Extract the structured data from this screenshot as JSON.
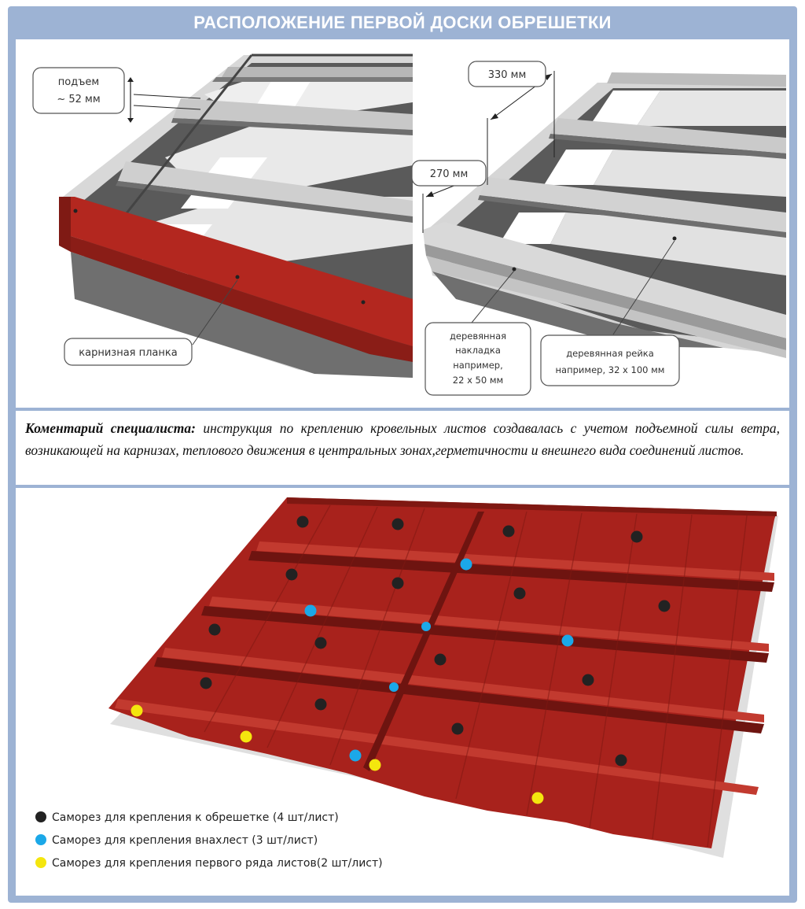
{
  "title": "РАСПОЛОЖЕНИЕ ПЕРВОЙ ДОСКИ ОБРЕШЕТКИ",
  "left_diagram": {
    "lift_label_line1": "подъем",
    "lift_label_line2": "~ 52 мм",
    "eave_strip_label": "карнизная планка"
  },
  "right_diagram": {
    "dim_330": "330 мм",
    "dim_270": "270 мм",
    "overlay_line1": "деревянная",
    "overlay_line2": "накладка",
    "overlay_line3": "например,",
    "overlay_line4": "22 х 50 мм",
    "batten_line1": "деревянная рейка",
    "batten_line2": "например, 32 х 100 мм"
  },
  "comment": {
    "label": "Коментарий специалиста:",
    "text": " инструкция по креплению кровельных листов создавалась с учетом подъемной силы ветра, возникающей на карнизах, теплового движения в центральных зонах,герметичности и внешнего вида соединений листов."
  },
  "legend": [
    {
      "label": "Саморез для крепления к обрешетке (4 шт/лист)",
      "color": "#222222"
    },
    {
      "label": "Саморез для крепления внахлест (3 шт/лист)",
      "color": "#1ba8e8"
    },
    {
      "label": "Саморез для крепления первого ряда листов(2 шт/лист)",
      "color": "#f4e60e"
    }
  ],
  "colors": {
    "frame": "#9db3d4",
    "roof_red": "#a8221c",
    "eave_red": "#b3271f",
    "screw_black": "#222222",
    "screw_blue": "#1ba8e8",
    "screw_yellow": "#f4e60e"
  }
}
